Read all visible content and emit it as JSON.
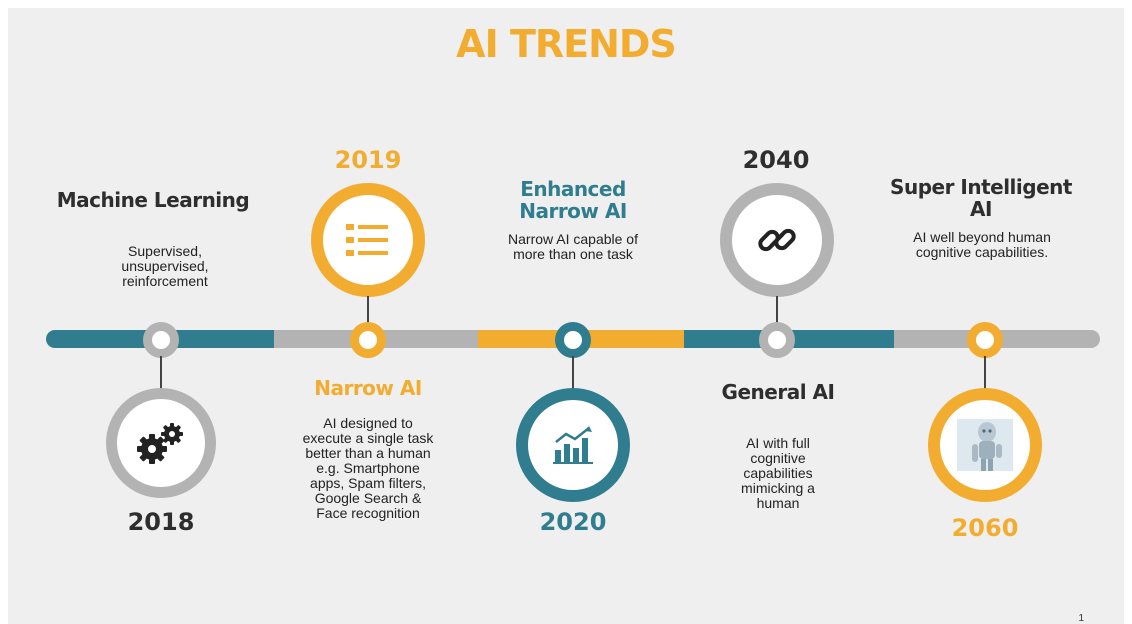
{
  "title": "AI TRENDS",
  "colors": {
    "orange": "#f2ac2f",
    "teal": "#2f7d8e",
    "grey": "#b3b3b3",
    "dark": "#2e2e2e"
  },
  "milestones": [
    {
      "year": "2018",
      "heading": "Machine Learning",
      "description": "Supervised, unsupervised, reinforcement",
      "icon": "gears-icon",
      "color": "grey"
    },
    {
      "year": "2019",
      "heading": "Narrow AI",
      "description": "AI designed to execute a single task better than a human e.g. Smartphone apps, Spam filters, Google Search & Face recognition",
      "icon": "list-icon",
      "color": "orange"
    },
    {
      "year": "2020",
      "heading": "Enhanced Narrow AI",
      "description": "Narrow AI capable of more than one task",
      "icon": "bar-chart-icon",
      "color": "teal"
    },
    {
      "year": "2040",
      "heading": "General AI",
      "description": "AI with full cognitive capabilities mimicking a human",
      "icon": "link-icon",
      "color": "grey"
    },
    {
      "year": "2060",
      "heading": "Super Intelligent AI",
      "description": "AI well beyond human cognitive capabilities.",
      "icon": "robot-image-icon",
      "color": "orange"
    }
  ],
  "page_number": "1"
}
